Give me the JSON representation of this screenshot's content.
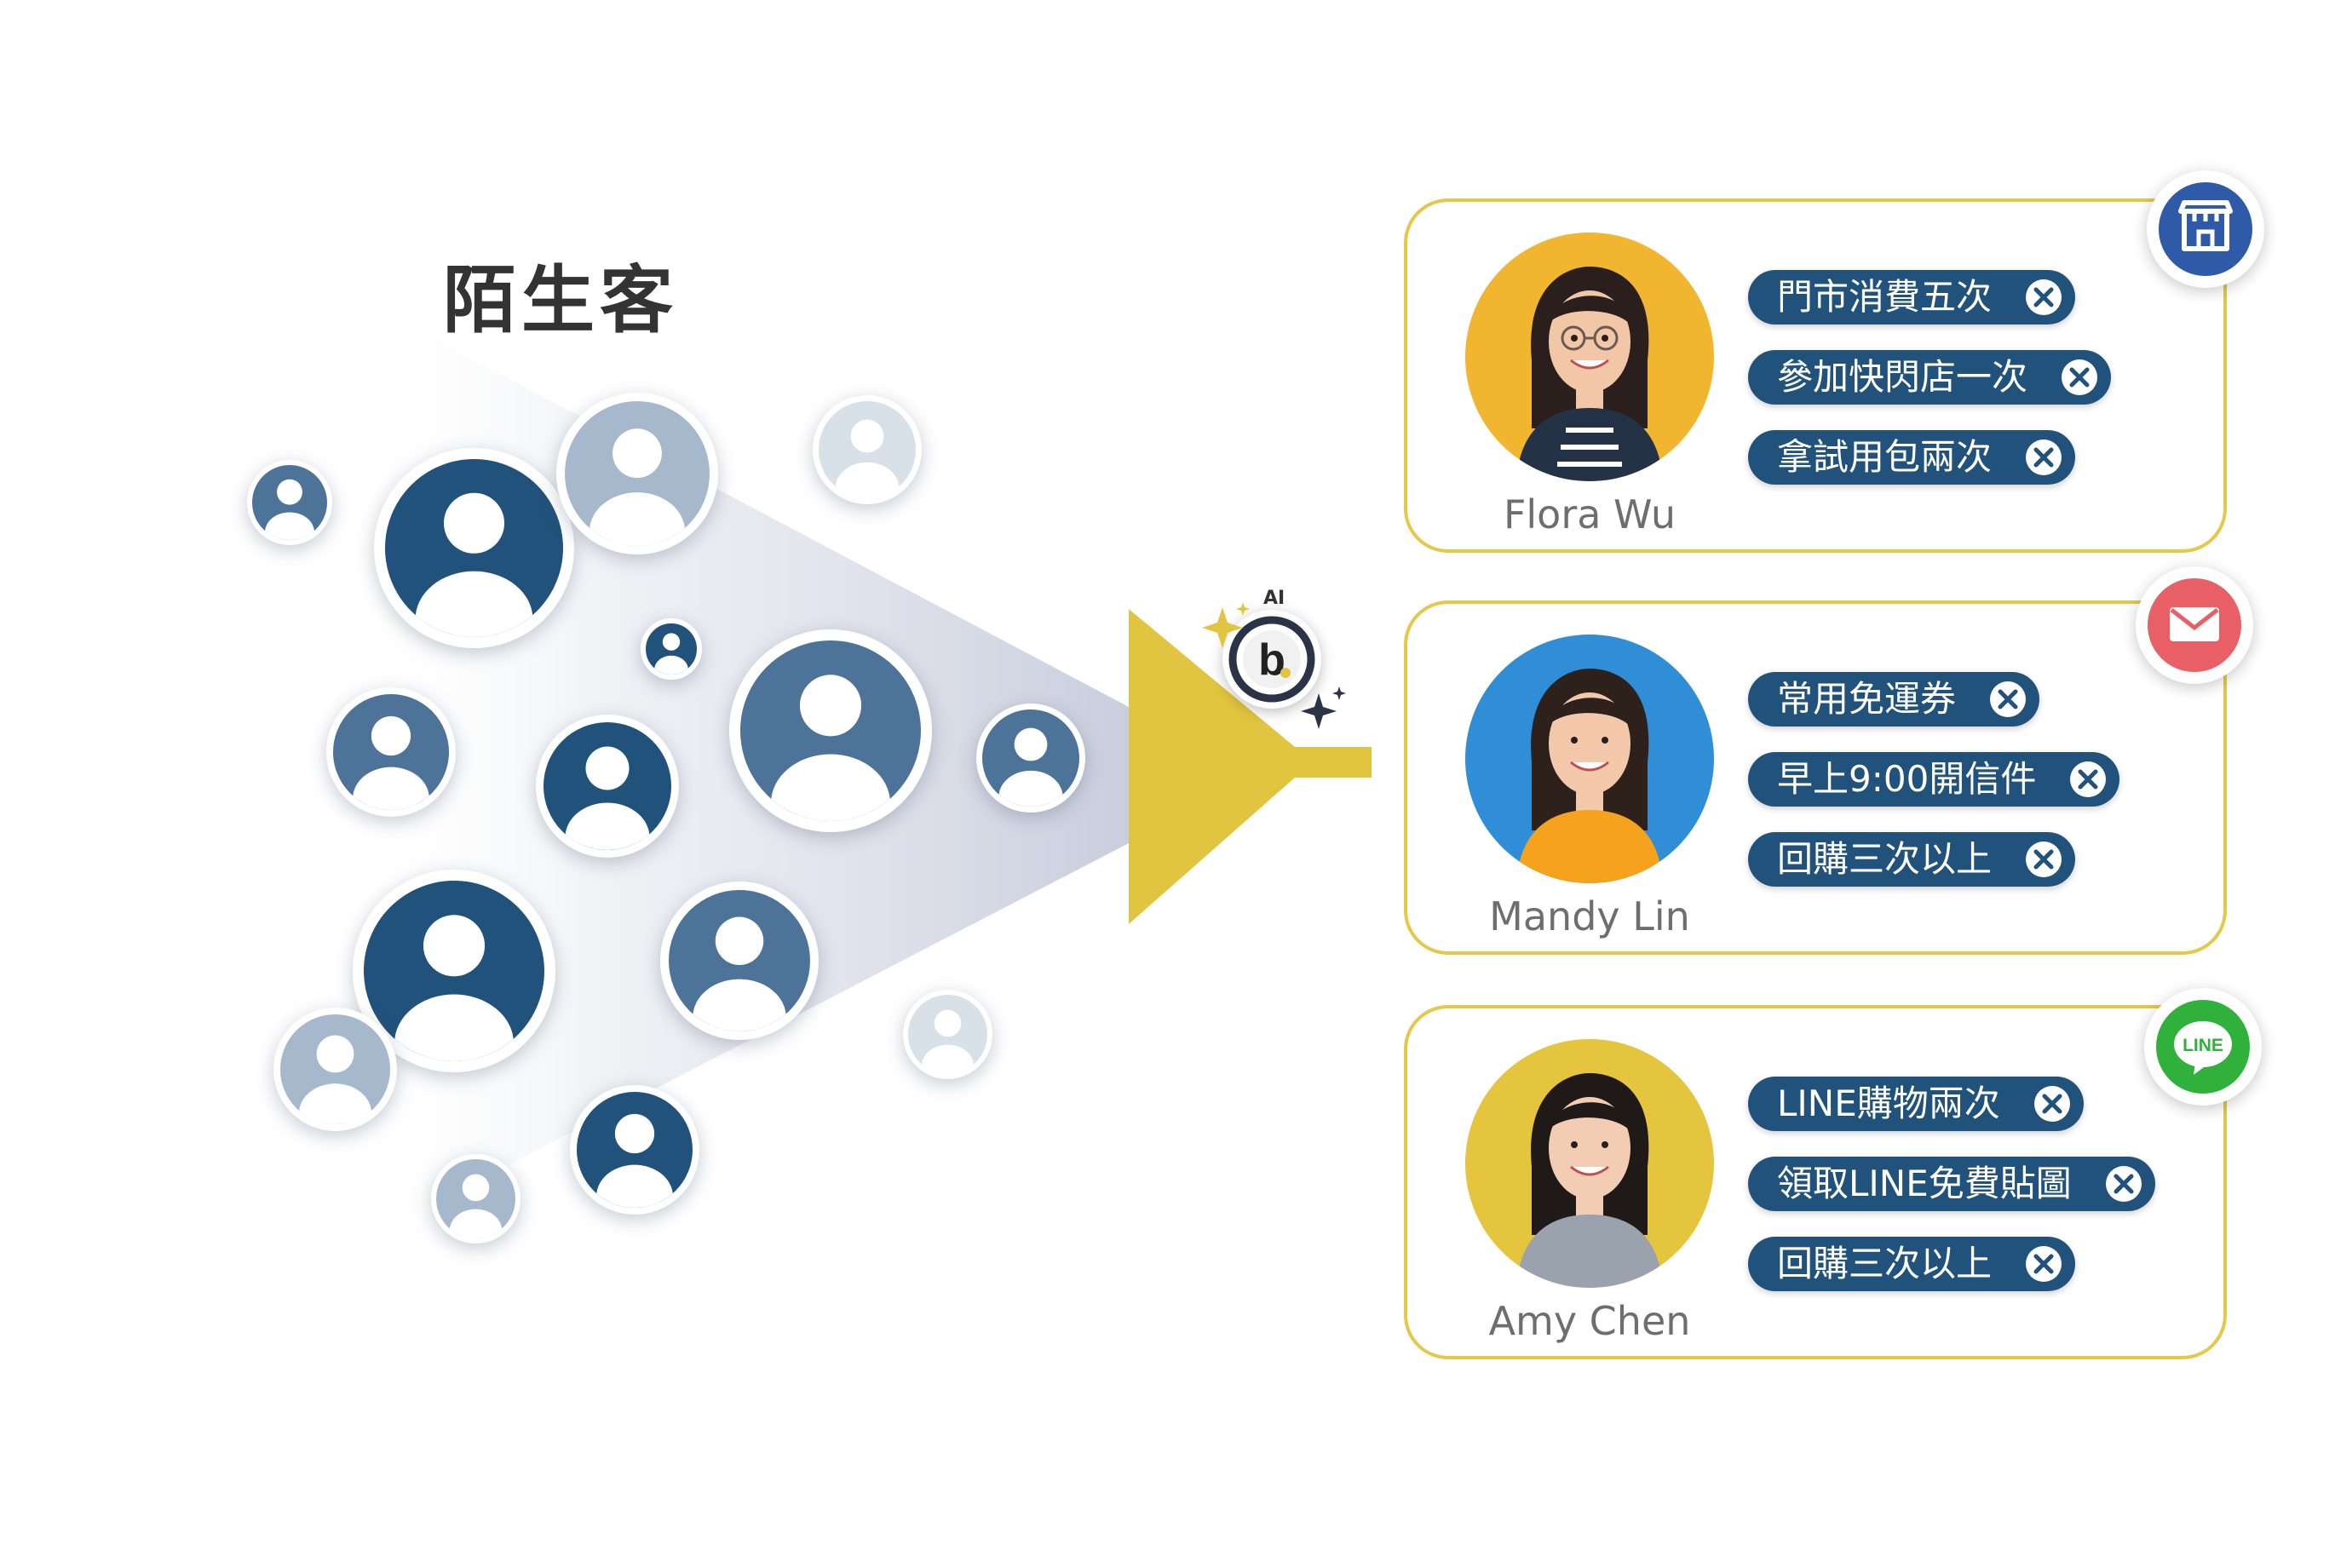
{
  "heading": "陌生客",
  "ai_badge": {
    "label": "AI",
    "logo_letter": "b"
  },
  "colors": {
    "card_border": "#e3c84a",
    "tag_bg": "#21527c",
    "funnel": "#e1c43f",
    "avatar_dark": "#21527c",
    "avatar_mid": "#4e7398",
    "avatar_light": "#a6b8cb"
  },
  "profiles": [
    {
      "name": "Flora Wu",
      "photo_bg": "#f2b530",
      "channel_icon": "store-icon",
      "channel_color": "#2f5aa8",
      "tags": [
        "門市消費五次",
        "參加快閃店一次",
        "拿試用包兩次"
      ]
    },
    {
      "name": "Mandy Lin",
      "photo_bg": "#2f8ed6",
      "channel_icon": "email-icon",
      "channel_color": "#e85f66",
      "tags": [
        "常用免運券",
        "早上9:00開信件",
        "回購三次以上"
      ]
    },
    {
      "name": "Amy Chen",
      "photo_bg": "#e5c53e",
      "channel_icon": "line-icon",
      "channel_color": "#2fb13b",
      "channel_label": "LINE",
      "tags": [
        "LINE購物兩次",
        "領取LINE免費貼圖",
        "回購三次以上"
      ]
    }
  ]
}
